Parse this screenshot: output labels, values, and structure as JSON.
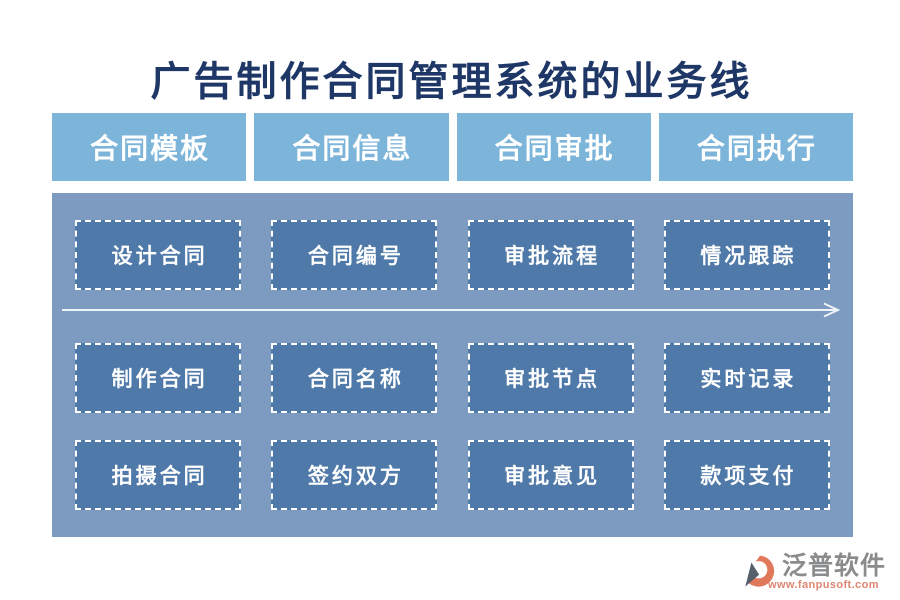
{
  "title": "广告制作合同管理系统的业务线",
  "columns": [
    {
      "header": "合同模板",
      "items": [
        "设计合同",
        "制作合同",
        "拍摄合同"
      ]
    },
    {
      "header": "合同信息",
      "items": [
        "合同编号",
        "合同名称",
        "签约双方"
      ]
    },
    {
      "header": "合同审批",
      "items": [
        "审批流程",
        "审批节点",
        "审批意见"
      ]
    },
    {
      "header": "合同执行",
      "items": [
        "情况跟踪",
        "实时记录",
        "款项支付"
      ]
    }
  ],
  "icons": {
    "flow_arrow": "right-arrow-icon",
    "logo_mark": "fanpu-logo-icon"
  },
  "logo": {
    "name": "泛普软件",
    "url": "www.fanpusoft.com"
  },
  "colors": {
    "title_text": "#1e3766",
    "tab_bg": "#7cb5d9",
    "panel_bg": "#7d9ac0",
    "node_bg": "#4e79a8",
    "node_border": "#ffffff",
    "arrow": "#eef3f8",
    "logo_accent": "#e0795c",
    "logo_dark": "#55606b",
    "logo_text": "#8a8b8d",
    "logo_url": "#dd8672"
  }
}
